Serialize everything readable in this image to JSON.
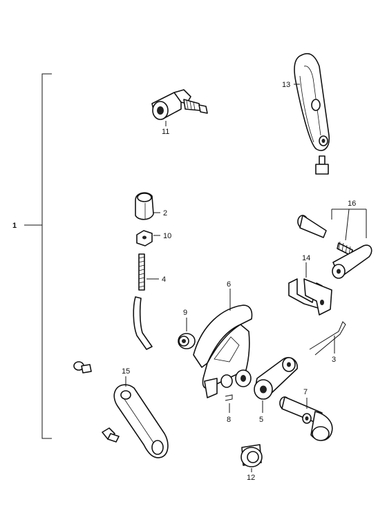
{
  "diagram": {
    "assembly_label": "1",
    "callouts": [
      {
        "id": "11",
        "text": "11"
      },
      {
        "id": "13",
        "text": "13"
      },
      {
        "id": "2",
        "text": "2"
      },
      {
        "id": "10",
        "text": "10"
      },
      {
        "id": "4",
        "text": "4"
      },
      {
        "id": "16",
        "text": "16"
      },
      {
        "id": "14",
        "text": "14"
      },
      {
        "id": "6",
        "text": "6"
      },
      {
        "id": "9",
        "text": "9"
      },
      {
        "id": "3",
        "text": "3"
      },
      {
        "id": "15",
        "text": "15"
      },
      {
        "id": "5",
        "text": "5"
      },
      {
        "id": "8",
        "text": "8"
      },
      {
        "id": "7",
        "text": "7"
      },
      {
        "id": "12",
        "text": "12"
      }
    ]
  }
}
